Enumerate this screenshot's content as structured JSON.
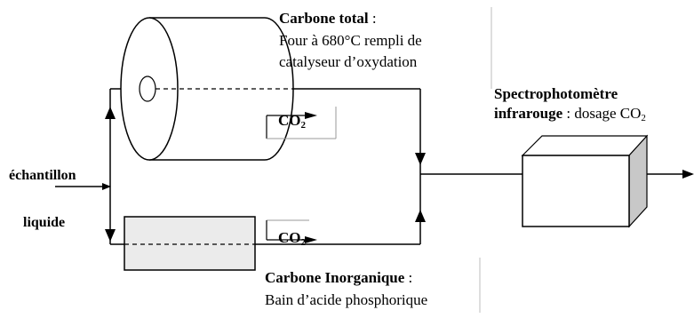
{
  "diagram": {
    "total_carbon": {
      "title": "Carbone total",
      "separator": " :",
      "line1": "Four à 680°C rempli de",
      "line2": "catalyseur d’oxydation"
    },
    "inorganic_carbon": {
      "title": "Carbone Inorganique",
      "separator": " :",
      "line1": "Bain d’acide phosphorique"
    },
    "spectro": {
      "title_line1": "Spectrophotomètre",
      "title_line2": "infrarouge",
      "suffix": " : dosage CO",
      "suffix_sub": "2"
    },
    "sample": {
      "line1": "échantillon",
      "line2": "liquide"
    },
    "co2_top": {
      "text": "CO",
      "sub": "2"
    },
    "co2_bottom": {
      "text": "CO",
      "sub": "2"
    },
    "colors": {
      "line": "#000000",
      "bath_fill": "#ebebeb",
      "box_side": "#c8c8c8"
    }
  }
}
